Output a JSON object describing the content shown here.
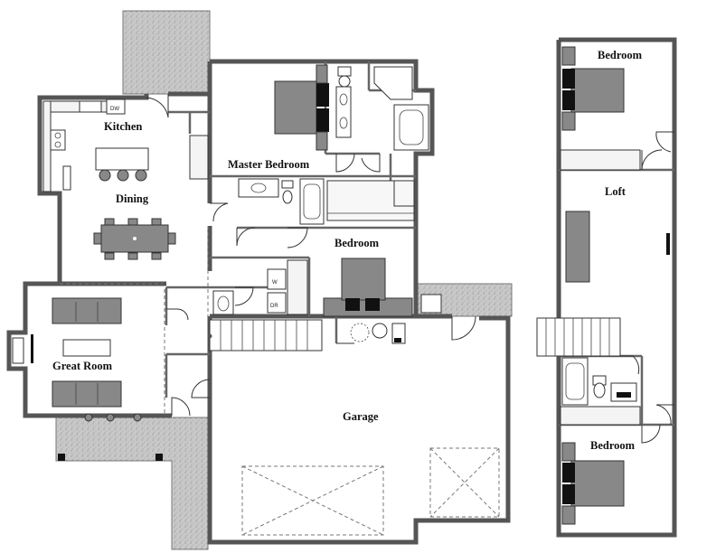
{
  "plan": {
    "main_floor": {
      "rooms": {
        "kitchen": "Kitchen",
        "dining": "Dining",
        "master_bedroom": "Master Bedroom",
        "bedroom": "Bedroom",
        "great_room": "Great Room",
        "garage": "Garage"
      },
      "appliance_labels": {
        "dishwasher": "DW",
        "washer": "W",
        "dryer": "DR"
      }
    },
    "upper_floor": {
      "rooms": {
        "bedroom_top": "Bedroom",
        "loft": "Loft",
        "bedroom_bottom": "Bedroom"
      }
    }
  },
  "colors": {
    "wall": "#555555",
    "bed": "#888888",
    "patio": "#cccccc"
  }
}
